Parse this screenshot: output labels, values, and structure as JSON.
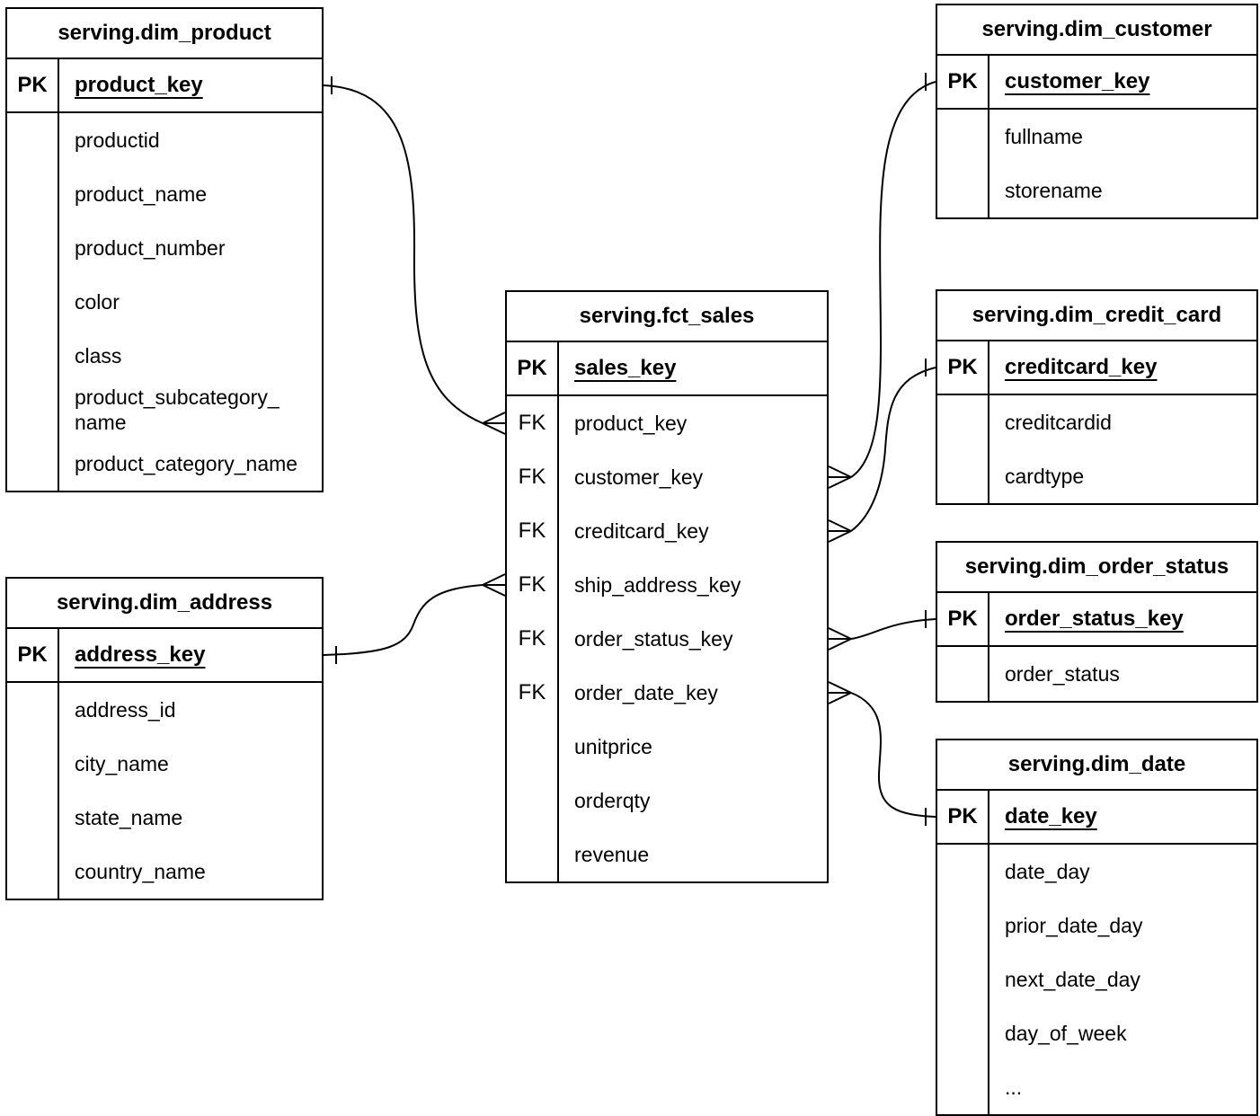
{
  "colors": {
    "stroke": "#000000",
    "background": "#ffffff",
    "text": "#000000"
  },
  "tables": {
    "dim_product": {
      "title": "serving.dim_product",
      "pk_label": "PK",
      "pk_field": "product_key",
      "rows": [
        {
          "key": "",
          "name": "productid"
        },
        {
          "key": "",
          "name": "product_name"
        },
        {
          "key": "",
          "name": "product_number"
        },
        {
          "key": "",
          "name": "color"
        },
        {
          "key": "",
          "name": "class"
        },
        {
          "key": "",
          "name": "product_subcategory_name"
        },
        {
          "key": "",
          "name": "product_category_name"
        }
      ]
    },
    "dim_customer": {
      "title": "serving.dim_customer",
      "pk_label": "PK",
      "pk_field": "customer_key",
      "rows": [
        {
          "key": "",
          "name": "fullname"
        },
        {
          "key": "",
          "name": "storename"
        }
      ]
    },
    "fct_sales": {
      "title": "serving.fct_sales",
      "pk_label": "PK",
      "pk_field": "sales_key",
      "rows": [
        {
          "key": "FK",
          "name": "product_key"
        },
        {
          "key": "FK",
          "name": "customer_key"
        },
        {
          "key": "FK",
          "name": "creditcard_key"
        },
        {
          "key": "FK",
          "name": "ship_address_key"
        },
        {
          "key": "FK",
          "name": "order_status_key"
        },
        {
          "key": "FK",
          "name": "order_date_key"
        },
        {
          "key": "",
          "name": "unitprice"
        },
        {
          "key": "",
          "name": "orderqty"
        },
        {
          "key": "",
          "name": "revenue"
        }
      ]
    },
    "dim_credit_card": {
      "title": "serving.dim_credit_card",
      "pk_label": "PK",
      "pk_field": "creditcard_key",
      "rows": [
        {
          "key": "",
          "name": "creditcardid"
        },
        {
          "key": "",
          "name": "cardtype"
        }
      ]
    },
    "dim_order_status": {
      "title": "serving.dim_order_status",
      "pk_label": "PK",
      "pk_field": "order_status_key",
      "rows": [
        {
          "key": "",
          "name": "order_status"
        }
      ]
    },
    "dim_date": {
      "title": "serving.dim_date",
      "pk_label": "PK",
      "pk_field": "date_key",
      "rows": [
        {
          "key": "",
          "name": "date_day"
        },
        {
          "key": "",
          "name": "prior_date_day"
        },
        {
          "key": "",
          "name": "next_date_day"
        },
        {
          "key": "",
          "name": "day_of_week"
        },
        {
          "key": "",
          "name": "..."
        }
      ]
    },
    "dim_address": {
      "title": "serving.dim_address",
      "pk_label": "PK",
      "pk_field": "address_key",
      "rows": [
        {
          "key": "",
          "name": "address_id"
        },
        {
          "key": "",
          "name": "city_name"
        },
        {
          "key": "",
          "name": "state_name"
        },
        {
          "key": "",
          "name": "country_name"
        }
      ]
    }
  },
  "relationships": [
    {
      "many_end": "serving.fct_sales.product_key",
      "one_end": "serving.dim_product.product_key",
      "cardinality": "many-to-one",
      "many_marker": "crow-foot",
      "one_marker": "tick"
    },
    {
      "many_end": "serving.fct_sales.customer_key",
      "one_end": "serving.dim_customer.customer_key",
      "cardinality": "many-to-one",
      "many_marker": "crow-foot",
      "one_marker": "tick"
    },
    {
      "many_end": "serving.fct_sales.creditcard_key",
      "one_end": "serving.dim_credit_card.creditcard_key",
      "cardinality": "many-to-one",
      "many_marker": "crow-foot",
      "one_marker": "tick"
    },
    {
      "many_end": "serving.fct_sales.ship_address_key",
      "one_end": "serving.dim_address.address_key",
      "cardinality": "many-to-one",
      "many_marker": "crow-foot",
      "one_marker": "tick"
    },
    {
      "many_end": "serving.fct_sales.order_status_key",
      "one_end": "serving.dim_order_status.order_status_key",
      "cardinality": "many-to-one",
      "many_marker": "crow-foot",
      "one_marker": "tick"
    },
    {
      "many_end": "serving.fct_sales.order_date_key",
      "one_end": "serving.dim_date.date_key",
      "cardinality": "many-to-one",
      "many_marker": "crow-foot",
      "one_marker": "tick"
    }
  ]
}
